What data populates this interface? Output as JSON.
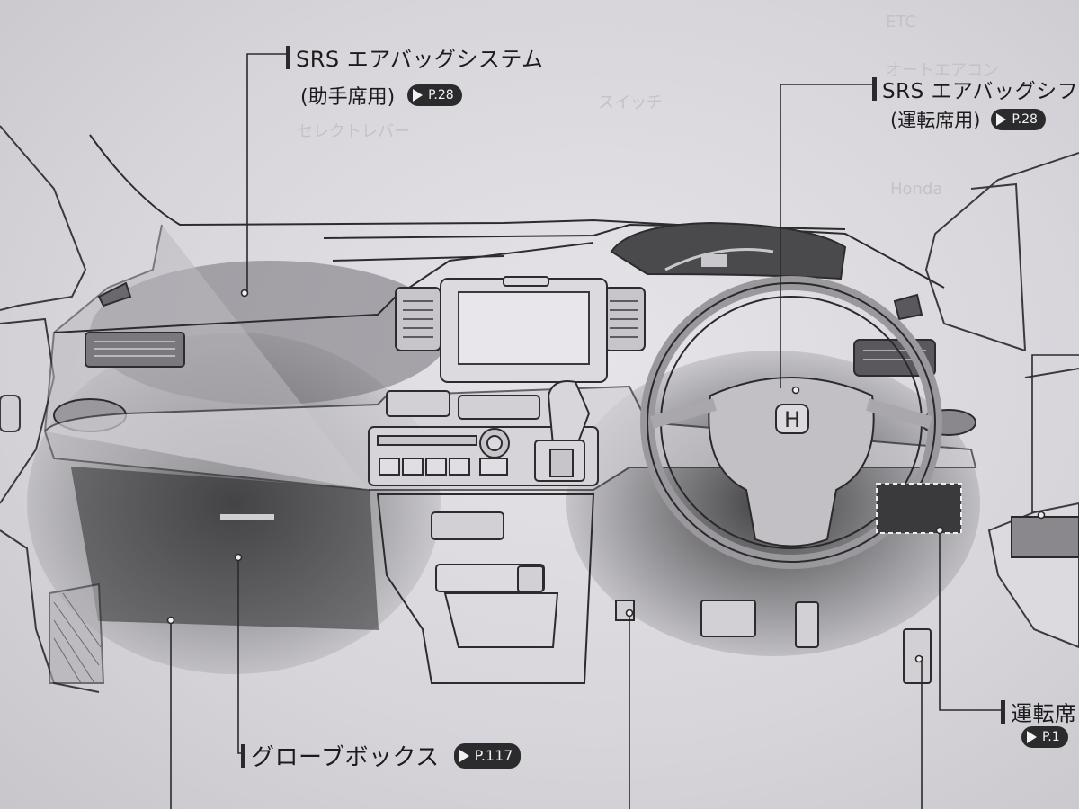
{
  "labels": {
    "passenger_airbag_title": "SRS エアバッグシステム",
    "passenger_airbag_sub": "(助手席用)",
    "passenger_airbag_ref": "P.28",
    "driver_airbag_title": "SRS エアバッグシフ",
    "driver_airbag_sub": "(運転席用)",
    "driver_airbag_ref": "P.28",
    "glovebox_title": "グローブボックス",
    "glovebox_ref": "P.117",
    "driver_side_title": "運転席",
    "driver_side_ref": "P.1"
  },
  "faint_text": {
    "top_right_1": "ETC",
    "top_right_2": "オートエアコン",
    "top_right_3": "スイッチ",
    "top_right_4": "Honda",
    "top_left_1": "セレクトレバー"
  },
  "colors": {
    "ink": "#1b1b1d",
    "reference_badge": "#2b2b2d",
    "paper": "#dcdade"
  },
  "icons": {
    "reference_arrow": "arrow-right-icon",
    "steering_emblem": "honda-h-icon"
  }
}
